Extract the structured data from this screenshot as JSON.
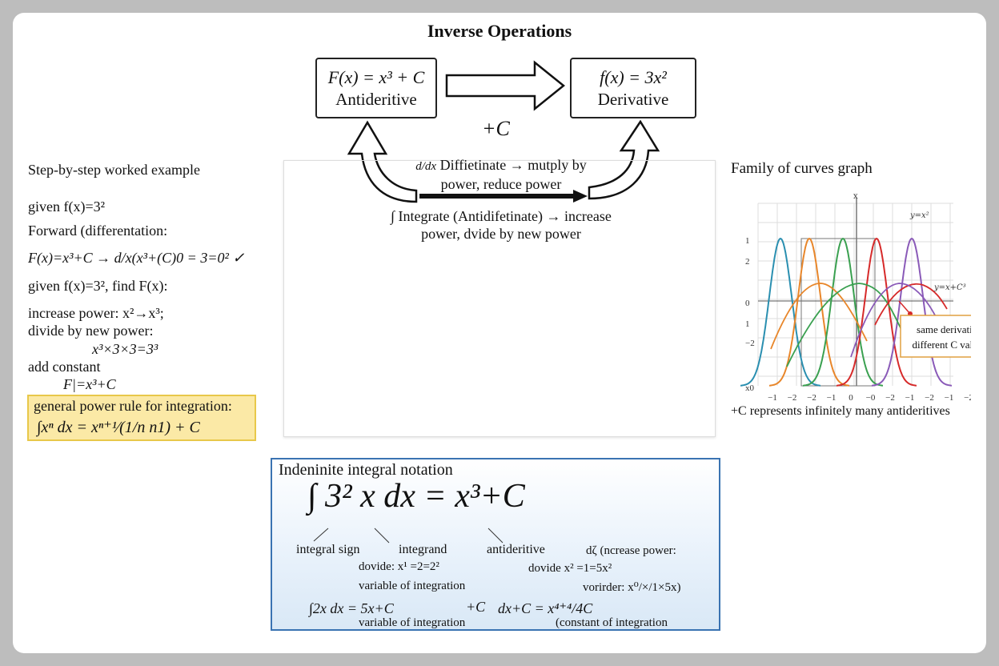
{
  "title": "Inverse Operations",
  "top_flow": {
    "left_box": {
      "formula": "F(x) = x³ + C",
      "label": "Antideritive"
    },
    "right_box": {
      "formula": "f(x) = 3x²",
      "label": "Derivative"
    },
    "plus_c": "+C",
    "differentiate": {
      "symbol": "d/dx",
      "line1": "Diffietinate → mutply by",
      "line2": "power, reduce power"
    },
    "integrate": {
      "symbol": "∫",
      "line1": "Integrate (Antidifetinate) → increase",
      "line2": "power, dvide by new power"
    }
  },
  "worked_example": {
    "heading": "Step-by-step worked example",
    "lines": [
      "given f(x)=3²",
      "Forward (differentation:",
      "F(x)=x³+C → d/x(x³+(C)0 = 3=0² ✓",
      "given f(x)=3², find F(x):",
      "increase power: x²→x³;",
      "divide by new power:",
      "x³×3×3=3³",
      "add constant",
      "F|=x³+C"
    ],
    "rule_label": "general power rule for integration:",
    "rule_formula": "∫xⁿ dx = xⁿ⁺¹∕(1/n n1) + C"
  },
  "notation": {
    "heading": "Indeninite integral notation",
    "main_formula": "∫ 3² x  dx = x³+C",
    "labels": {
      "integral_sign": "integral sign",
      "integrand": "integrand",
      "antiderivative": "antideritive",
      "right_note": "dζ (ncrease power:",
      "divide_left": "dovide: x¹ =2=2²",
      "divide_right": "dovide x² =1=5x²",
      "variable_left": "variable of integration",
      "variable_right": "vorirder: x⁰/×/1×5x)",
      "example_left": "∫2x   dx = 5x+C",
      "example_mid": "+C",
      "example_right": "dx+C = x⁴⁺⁴/4C",
      "variable_bottom": "variable of integration",
      "constant": "(constant of integration"
    }
  },
  "graph": {
    "title": "Family of curves graph",
    "caption": "+C represents infinitely many antideritives",
    "callout": [
      "same derivative",
      "different C values"
    ],
    "curve_label_top": "y=x²",
    "curve_label_mid": "y=x+C³",
    "axis_marker": "x",
    "y_tick_labels": [
      "1",
      "2",
      "0",
      "1",
      "−2",
      "x0"
    ],
    "x_tick_labels": [
      "−1",
      "−2",
      "−2",
      "−1",
      "0",
      "−0",
      "−2",
      "−1",
      "−2",
      "−1",
      "−2"
    ],
    "colors": {
      "teal": "#2a8fb0",
      "orange": "#e8862a",
      "green": "#3aa050",
      "red": "#d62a2a",
      "purple": "#8a5ab8",
      "callout_border": "#e0a040"
    }
  }
}
